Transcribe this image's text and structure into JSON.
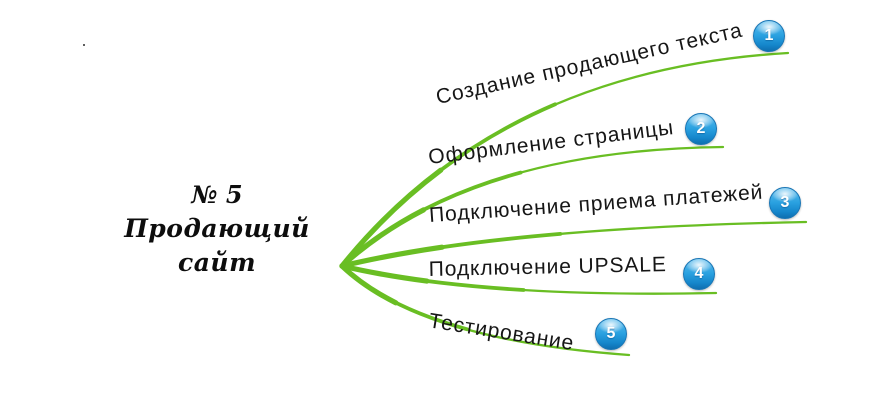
{
  "diagram": {
    "center": {
      "line1": "№ 5",
      "line2": "Продающий сайт"
    },
    "branches": [
      {
        "number": "1",
        "label": "Создание продающего текста"
      },
      {
        "number": "2",
        "label": "Оформление страницы"
      },
      {
        "number": "3",
        "label": "Подключение приема платежей"
      },
      {
        "number": "4",
        "label": "Подключение UPSALE"
      },
      {
        "number": "5",
        "label": "Тестирование"
      }
    ],
    "colors": {
      "branch_green": "#69be23",
      "badge_blue": "#2aa1e0",
      "badge_border": "#1a76b5",
      "badge_number": "#ffffff",
      "label_text": "#161616"
    }
  }
}
